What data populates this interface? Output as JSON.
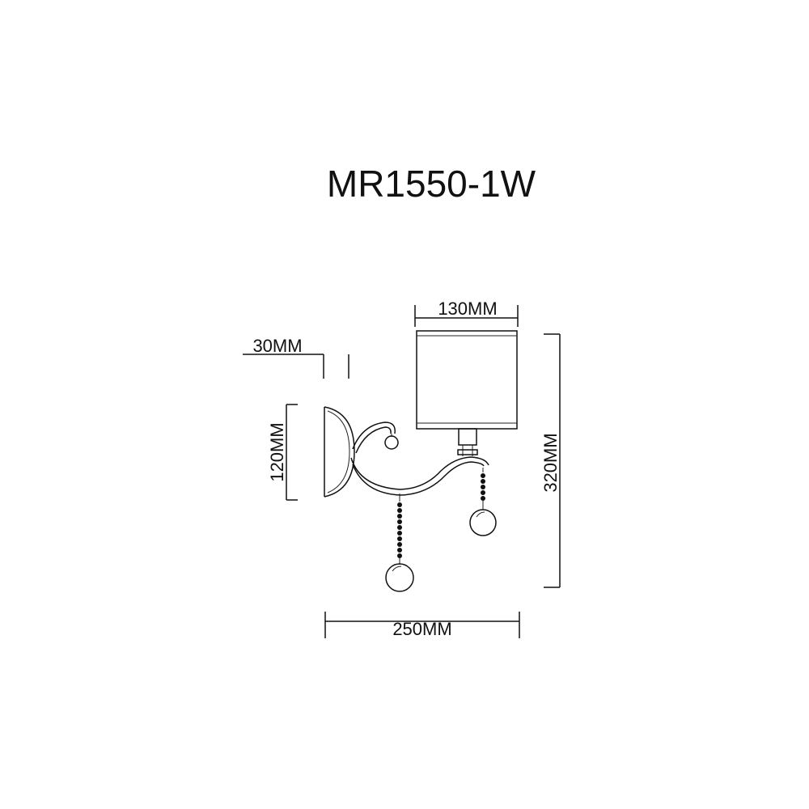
{
  "drawing": {
    "title": "MR1550-1W",
    "dimensions": {
      "shade_width": "130MM",
      "base_depth": "30MM",
      "base_height": "120MM",
      "total_height": "320MM",
      "total_width": "250MM"
    }
  }
}
